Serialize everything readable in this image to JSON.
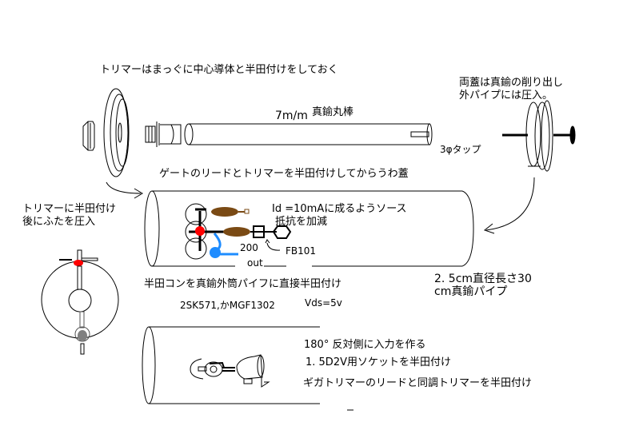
{
  "labels": {
    "trimmer_note": "トリマーはまっぐに中心導体と半田付けをしておく",
    "rod_size": "7m/m",
    "rod_material": "真鍮丸棒",
    "tap": "3φタップ",
    "lid_note_line1": "両蓋は真鍮の削り出し",
    "lid_note_line2": "外パイプには圧入。",
    "gate_note": "ゲートのリードとトリマーを半田付けしてからうわ蓋",
    "left_note_line1": "トリマーに半田付け",
    "left_note_line2": "後にふたを圧入",
    "id_note_line1": "Id  =10mAに成るようソース",
    "id_note_line2": "抵抗を加減",
    "resistor_value": "200",
    "out_label": "out",
    "ferrite_bead": "FB101",
    "pipe_note_line1": "2. 5cm直径長さ30",
    "pipe_note_line2": "cm真鍮パイプ",
    "solder_note": "半田コンを真鍮外筒パイフに直接半田付け",
    "transistor": "2SK571,かMGF1302",
    "vds": "Vds=5v",
    "input_note": "180°  反対側に入力を作る",
    "socket_note": "1. 5D2V用ソケットを半田付け",
    "giga_note": "ギガトリマーのリードと同調トリマーを半田付け"
  },
  "colors": {
    "solder_red": "#ff0000",
    "resistor_brown": "#7a4a14",
    "cable_blue": "#1e8cff",
    "connector_gray": "#808080"
  }
}
